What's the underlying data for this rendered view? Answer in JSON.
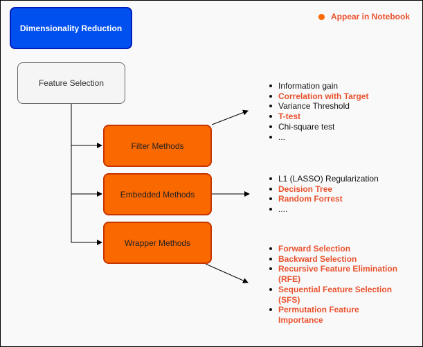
{
  "title": "Dimensionality Reduction",
  "legend": {
    "label": "Appear in Notebook",
    "color": "#fa6800"
  },
  "feature_selection": "Feature Selection",
  "methods": {
    "filter": {
      "label": "Filter Methods",
      "items": [
        {
          "text": "Information gain",
          "in_notebook": false
        },
        {
          "text": "Correlation with Target",
          "in_notebook": true
        },
        {
          "text": "Variance Threshold",
          "in_notebook": false
        },
        {
          "text": "T-test",
          "in_notebook": true
        },
        {
          "text": "Chi-square test",
          "in_notebook": false
        },
        {
          "text": "...",
          "in_notebook": false
        }
      ]
    },
    "embedded": {
      "label": "Embedded Methods",
      "items": [
        {
          "text": "L1 (LASSO) Regularization",
          "in_notebook": false
        },
        {
          "text": "Decision Tree",
          "in_notebook": true
        },
        {
          "text": "Random Forrest",
          "in_notebook": true
        },
        {
          "text": "....",
          "in_notebook": false
        }
      ]
    },
    "wrapper": {
      "label": "Wrapper Methods",
      "items": [
        {
          "text": "Forward Selection",
          "in_notebook": true
        },
        {
          "text": "Backward Selection",
          "in_notebook": true
        },
        {
          "text": "Recursive Feature Elimination (RFE)",
          "in_notebook": true
        },
        {
          "text": "Sequential Feature Selection (SFS)",
          "in_notebook": true
        },
        {
          "text": "Permutation Feature Importance",
          "in_notebook": true
        }
      ]
    }
  }
}
